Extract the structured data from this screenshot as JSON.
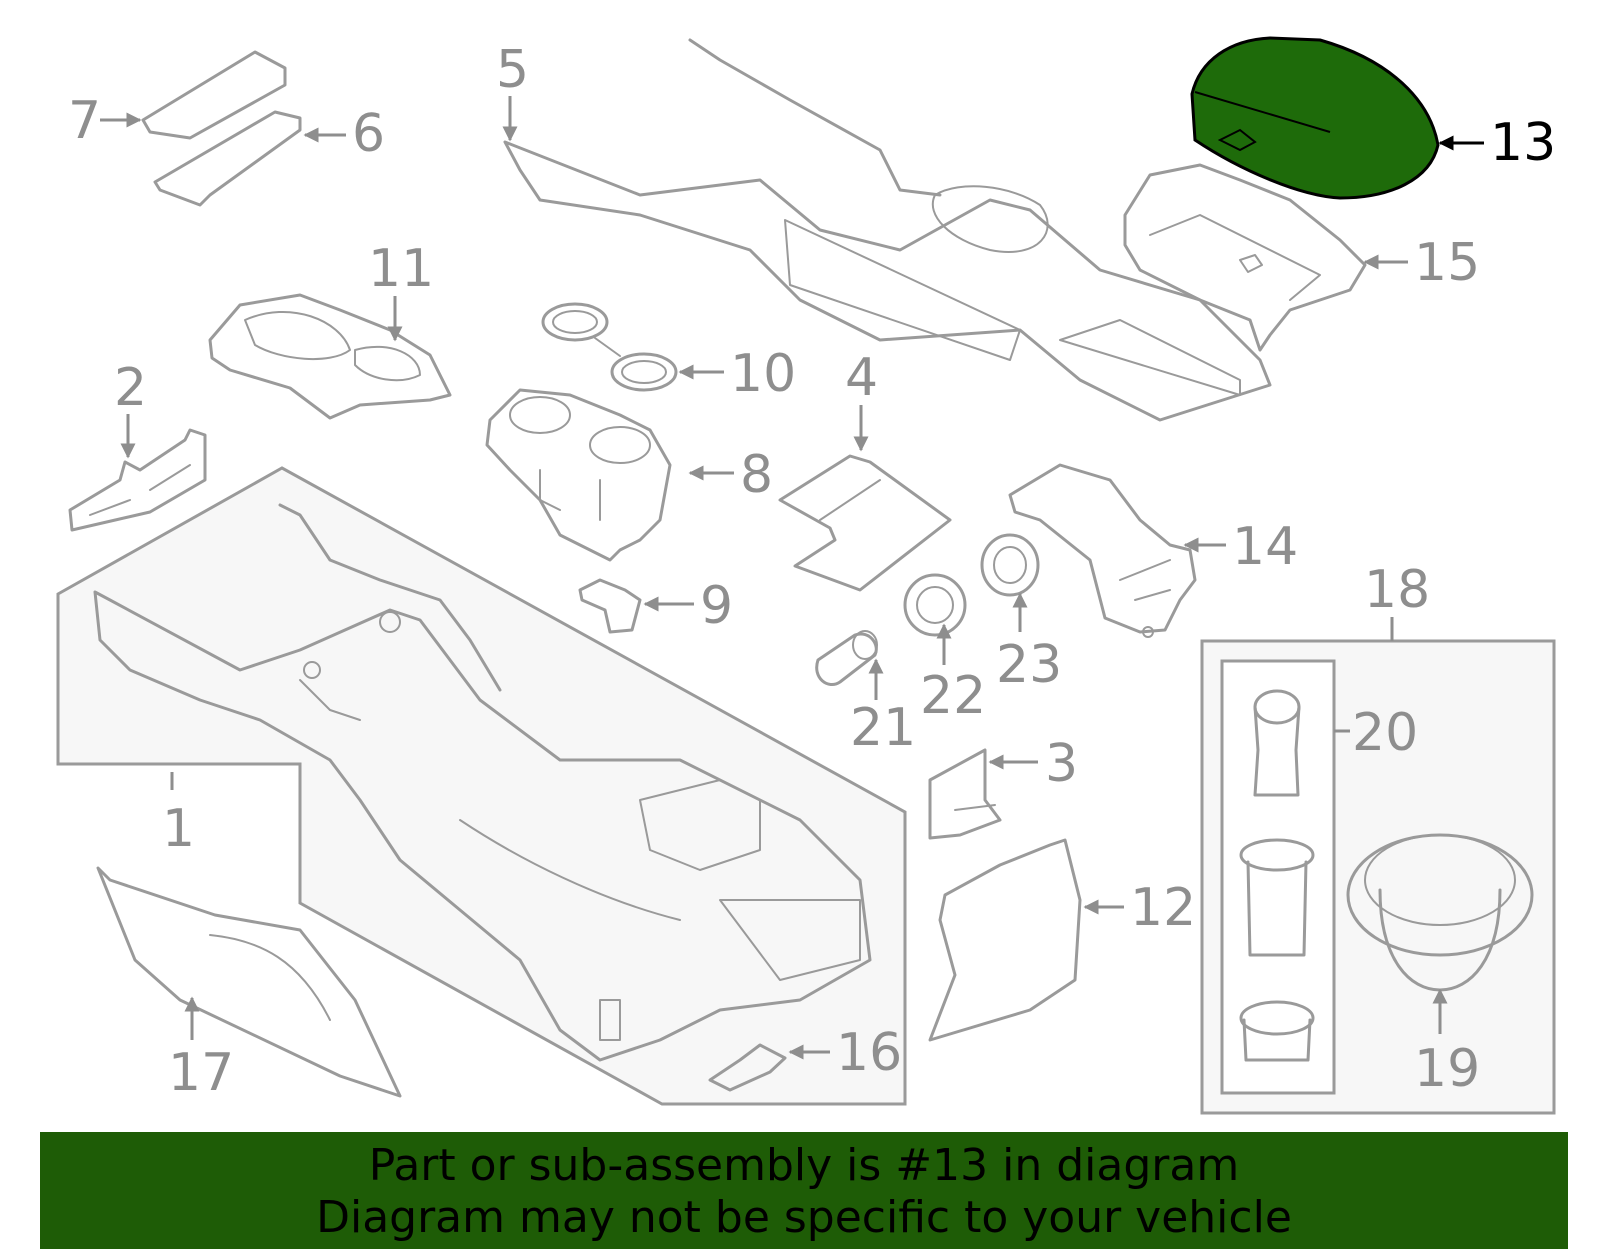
{
  "diagram": {
    "highlight_part": "13",
    "highlight_color": "#1e6b0a",
    "callouts": {
      "c1": "1",
      "c2": "2",
      "c3": "3",
      "c4": "4",
      "c5": "5",
      "c6": "6",
      "c7": "7",
      "c8": "8",
      "c9": "9",
      "c10": "10",
      "c11": "11",
      "c12": "12",
      "c13": "13",
      "c14": "14",
      "c15": "15",
      "c16": "16",
      "c17": "17",
      "c18": "18",
      "c19": "19",
      "c20": "20",
      "c21": "21",
      "c22": "22",
      "c23": "23"
    }
  },
  "banner": {
    "background": "#1e5c06",
    "line1": "Part or sub-assembly is #13 in diagram",
    "line2": "Diagram may not be specific to your vehicle"
  }
}
